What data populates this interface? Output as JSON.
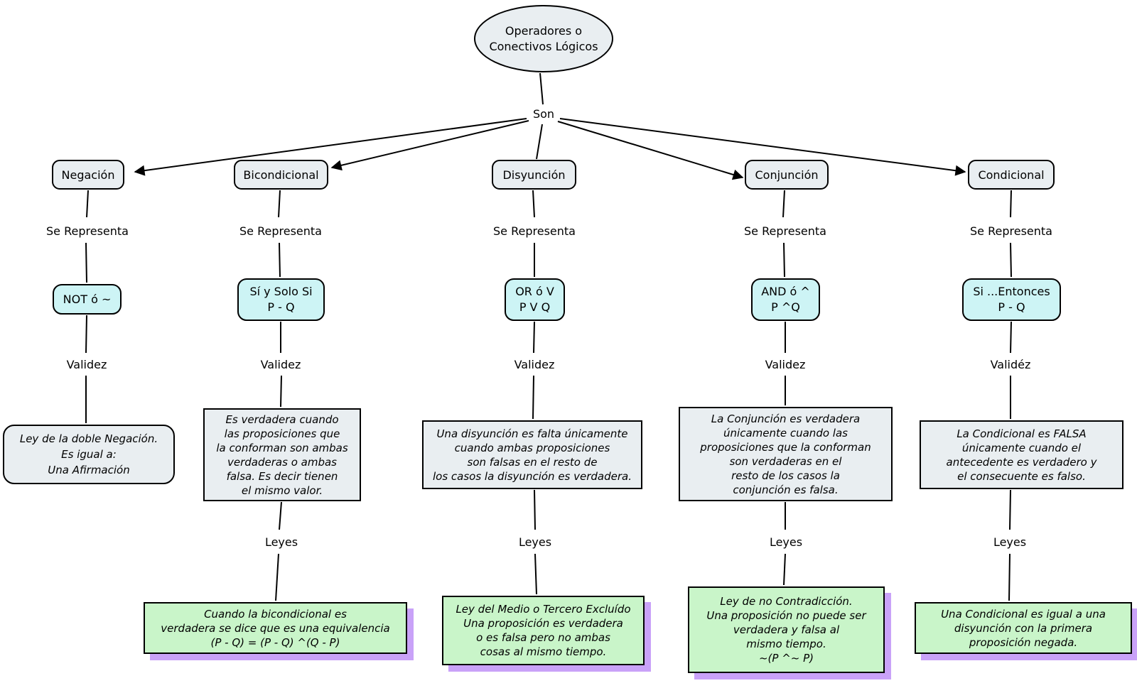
{
  "diagram": {
    "root_label": "Operadores o\nConectivos Lógicos",
    "son_label": "Son",
    "colors": {
      "node_fill": "#e9eef1",
      "symbol_fill": "#cdf4f5",
      "law_fill": "#c9f5c9",
      "law_shadow": "#c9a2f8",
      "line": "#000000",
      "background": "#ffffff"
    },
    "branches": [
      {
        "label": "Negación",
        "representa_label": "Se Representa",
        "symbol": "NOT ó ~",
        "validez_label": "Validez",
        "validez_text": "Ley de la doble Negación.\nEs igual a:\nUna Afirmación"
      },
      {
        "label": "Bicondicional",
        "representa_label": "Se Representa",
        "symbol": "Sí y Solo Si\nP - Q",
        "validez_label": "Validez",
        "validez_text": "Es verdadera cuando\nlas proposiciones que\nla conforman son ambas\nverdaderas o ambas\nfalsa. Es decir tienen\nel mismo valor.",
        "leyes_label": "Leyes",
        "leyes_text": "Cuando la bicondicional es\nverdadera se dice que es una equivalencia\n(P - Q) = (P - Q) ^(Q - P)"
      },
      {
        "label": "Disyunción",
        "representa_label": "Se Representa",
        "symbol": "OR ó V\nP V Q",
        "validez_label": "Validez",
        "validez_text": "Una disyunción es falta únicamente\ncuando ambas proposiciones\nson falsas en el resto de\nlos casos la disyunción es verdadera.",
        "leyes_label": "Leyes",
        "leyes_text": "Ley del Medio o Tercero Excluído\nUna proposición es verdadera\no es falsa pero no ambas\ncosas al mismo tiempo."
      },
      {
        "label": "Conjunción",
        "representa_label": "Se Representa",
        "symbol": "AND ó ^\nP ^Q",
        "validez_label": "Validez",
        "validez_text": "La Conjunción es verdadera\núnicamente cuando las\nproposiciones que la conforman\nson verdaderas en el\nresto de los casos la\nconjunción es falsa.",
        "leyes_label": "Leyes",
        "leyes_text": "Ley de no Contradicción.\nUna proposición no puede ser\nverdadera y falsa al\nmismo tiempo.\n~(P ^~ P)"
      },
      {
        "label": "Condicional",
        "representa_label": "Se Representa",
        "symbol": "Si ...Entonces\nP - Q",
        "validez_label": "Validéz",
        "validez_text": "La Condicional es FALSA\núnicamente cuando el\nantecedente es verdadero y\nel consecuente es falso.",
        "leyes_label": "Leyes",
        "leyes_text": "Una Condicional es igual a una\ndisyunción con la primera\nproposición negada."
      }
    ]
  }
}
